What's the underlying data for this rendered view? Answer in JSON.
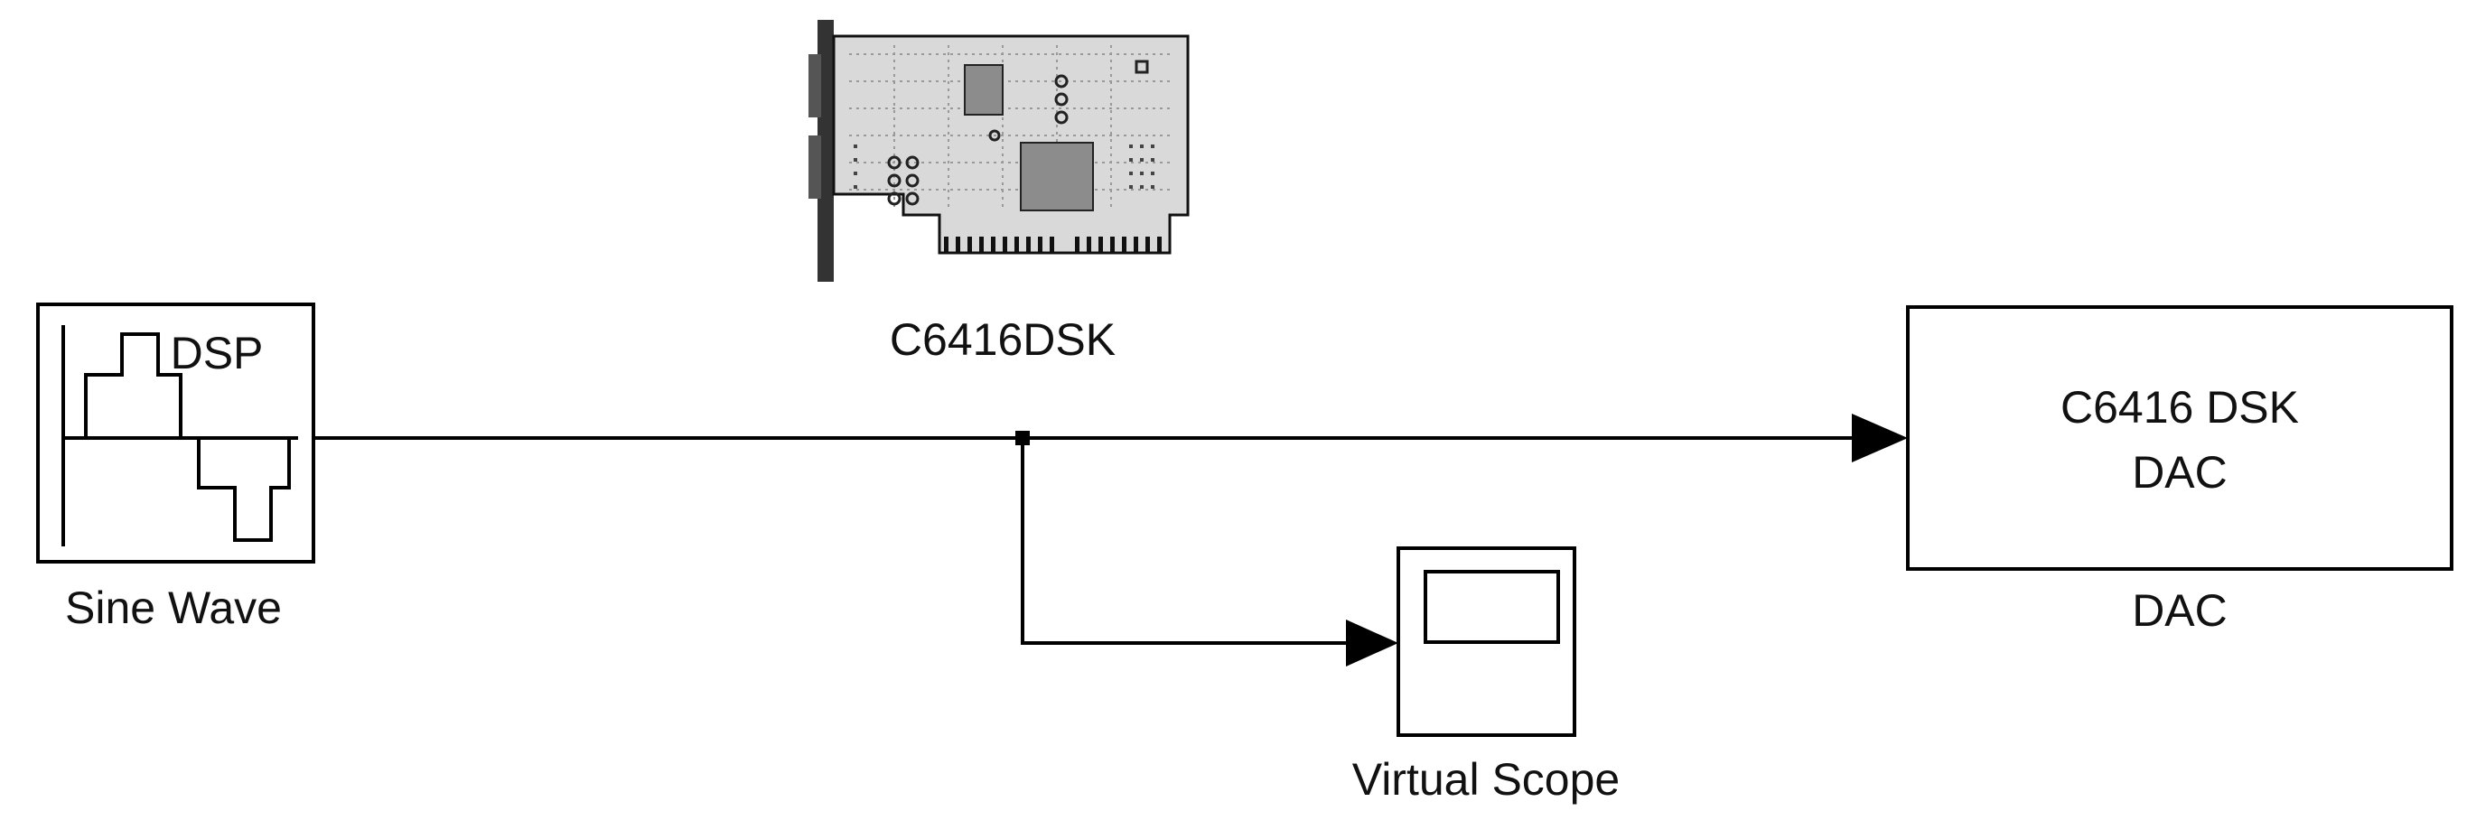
{
  "blocks": {
    "sine_wave": {
      "label": "Sine Wave",
      "icon_text": "DSP"
    },
    "board": {
      "label": "C6416DSK"
    },
    "dac": {
      "label": "DAC",
      "line1": "C6416 DSK",
      "line2": "DAC"
    },
    "scope": {
      "label": "Virtual Scope"
    }
  },
  "colors": {
    "line": "#000000",
    "board_fill": "#d9d9d9",
    "chip": "#8c8c8c"
  },
  "icons": {
    "sine_wave": "dsp-sine-wave-icon",
    "board": "pci-board-icon",
    "scope": "scope-screen-icon"
  }
}
